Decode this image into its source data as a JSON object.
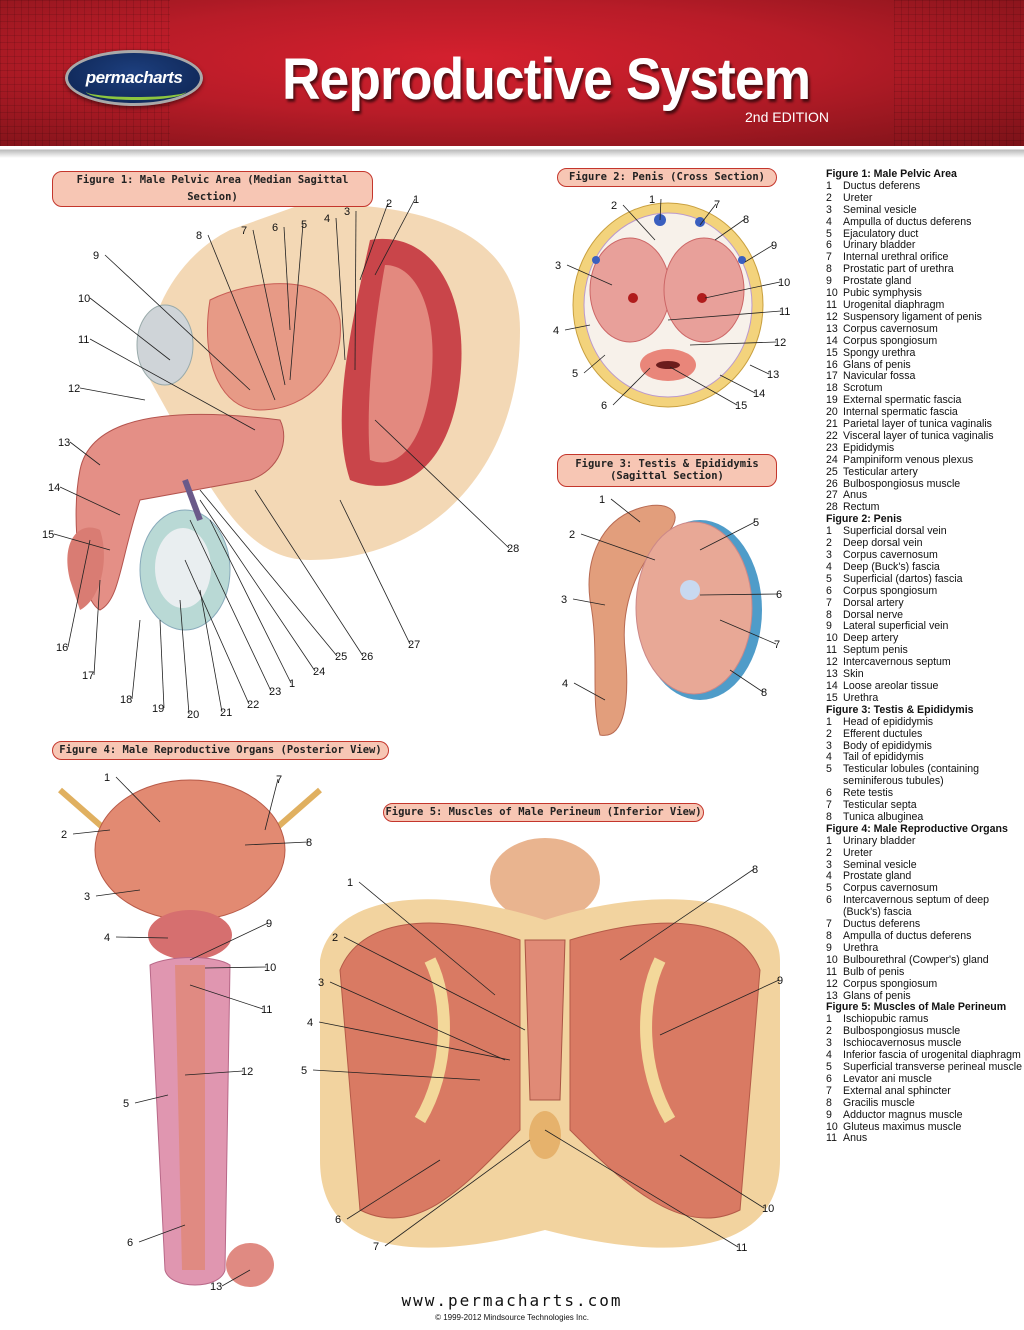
{
  "header": {
    "logo_text": "permacharts",
    "title": "Reproductive System",
    "edition": "2nd EDITION"
  },
  "figures": [
    {
      "title": "Figure 1: Male Pelvic Area (Median Sagittal Section)"
    },
    {
      "title": "Figure 2: Penis (Cross Section)"
    },
    {
      "title": "Figure 3: Testis & Epididymis (Sagittal Section)"
    },
    {
      "title": "Figure 4: Male Reproductive Organs (Posterior View)"
    },
    {
      "title": "Figure 5: Muscles of Male Perineum (Inferior View)"
    }
  ],
  "legend": [
    {
      "heading": "Figure 1: Male Pelvic Area",
      "items": [
        "Ductus deferens",
        "Ureter",
        "Seminal vesicle",
        "Ampulla of ductus deferens",
        "Ejaculatory duct",
        "Urinary bladder",
        "Internal urethral orifice",
        "Prostatic part of urethra",
        "Prostate gland",
        "Pubic symphysis",
        "Urogenital diaphragm",
        "Suspensory ligament of penis",
        "Corpus cavernosum",
        "Corpus spongiosum",
        "Spongy urethra",
        "Glans of penis",
        "Navicular fossa",
        "Scrotum",
        "External spermatic fascia",
        "Internal spermatic fascia",
        "Parietal layer of tunica vaginalis",
        "Visceral layer of tunica vaginalis",
        "Epididymis",
        "Pampiniform venous plexus",
        "Testicular artery",
        "Bulbospongiosus muscle",
        "Anus",
        "Rectum"
      ]
    },
    {
      "heading": "Figure 2: Penis",
      "items": [
        "Superficial dorsal vein",
        "Deep dorsal vein",
        "Corpus cavernosum",
        "Deep (Buck's) fascia",
        "Superficial (dartos) fascia",
        "Corpus spongiosum",
        "Dorsal artery",
        "Dorsal nerve",
        "Lateral superficial vein",
        "Deep artery",
        "Septum penis",
        "Intercavernous septum",
        "Skin",
        "Loose areolar tissue",
        "Urethra"
      ]
    },
    {
      "heading": "Figure 3: Testis & Epididymis",
      "items": [
        "Head of epididymis",
        "Efferent ductules",
        "Body of epididymis",
        "Tail of epididymis",
        "Testicular lobules (containing seminiferous tubules)",
        "Rete testis",
        "Testicular septa",
        "Tunica albuginea"
      ]
    },
    {
      "heading": "Figure 4: Male Reproductive Organs",
      "items": [
        "Urinary bladder",
        "Ureter",
        "Seminal vesicle",
        "Prostate gland",
        "Corpus cavernosum",
        "Intercavernous septum of deep (Buck's) fascia",
        "Ductus deferens",
        "Ampulla of ductus deferens",
        "Urethra",
        "Bulbourethral (Cowper's) gland",
        "Bulb of penis",
        "Corpus spongiosum",
        "Glans of penis"
      ]
    },
    {
      "heading": "Figure 5: Muscles of Male Perineum",
      "items": [
        "Ischiopubic ramus",
        "Bulbospongiosus muscle",
        "Ischiocavernosus muscle",
        "Inferior fascia of urogenital diaphragm",
        "Superficial transverse perineal muscle",
        "Levator ani muscle",
        "External anal sphincter",
        "Gracilis muscle",
        "Adductor magnus muscle",
        "Gluteus maximus muscle",
        "Anus"
      ]
    }
  ],
  "footer": {
    "url": "www.permacharts.com",
    "copyright": "© 1999-2012 Mindsource Technologies Inc."
  },
  "colors": {
    "header_red": "#c41e2a",
    "pill_fill": "#f7c6b4",
    "pill_border": "#c4362c"
  }
}
